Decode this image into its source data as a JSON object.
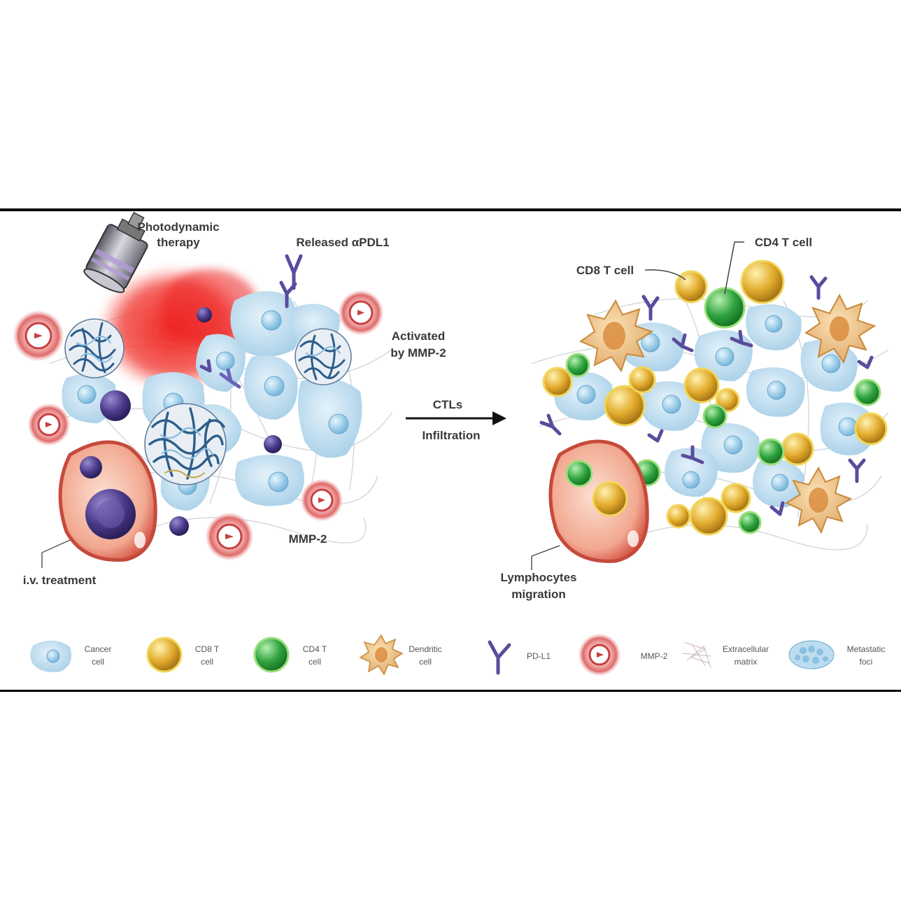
{
  "left_panel": {
    "photodynamic_line1": "Photodynamic",
    "photodynamic_line2": "therapy",
    "released_apdl1": "Released αPDL1",
    "activated_line1": "Activated",
    "activated_line2": "by MMP-2",
    "mmp2": "MMP-2",
    "iv_treatment": "i.v. treatment"
  },
  "arrow": {
    "top": "CTLs",
    "bottom": "Infiltration"
  },
  "right_panel": {
    "cd8": "CD8 T cell",
    "cd4": "CD4 T cell",
    "lymphocytes_line1": "Lymphocytes",
    "lymphocytes_line2": "migration"
  },
  "legend": [
    {
      "icon": "cancer-cell-icon",
      "line1": "Cancer",
      "line2": "cell"
    },
    {
      "icon": "cd8-t-cell-icon",
      "line1": "CD8 T",
      "line2": "cell"
    },
    {
      "icon": "cd4-t-cell-icon",
      "line1": "CD4 T",
      "line2": "cell"
    },
    {
      "icon": "dendritic-cell-icon",
      "line1": "Dendritic",
      "line2": "cell"
    },
    {
      "icon": "pd-l1-icon",
      "line1": "PD-L1",
      "line2": ""
    },
    {
      "icon": "mmp-2-icon",
      "line1": "MMP-2",
      "line2": ""
    },
    {
      "icon": "extracellular-matrix-icon",
      "line1": "Extracellular",
      "line2": "matrix"
    },
    {
      "icon": "metastatic-foci-icon",
      "line1": "Metastatic",
      "line2": "foci"
    }
  ],
  "colors": {
    "cancer_cell": "#bcdcef",
    "cd8": "#d9a62a",
    "cd4": "#2f9e3f",
    "mmp2": "#d84848",
    "laser": "#e8201c",
    "vessel": "#d65a4a",
    "pdl1": "#6a5aa8",
    "frame": "#000000"
  }
}
